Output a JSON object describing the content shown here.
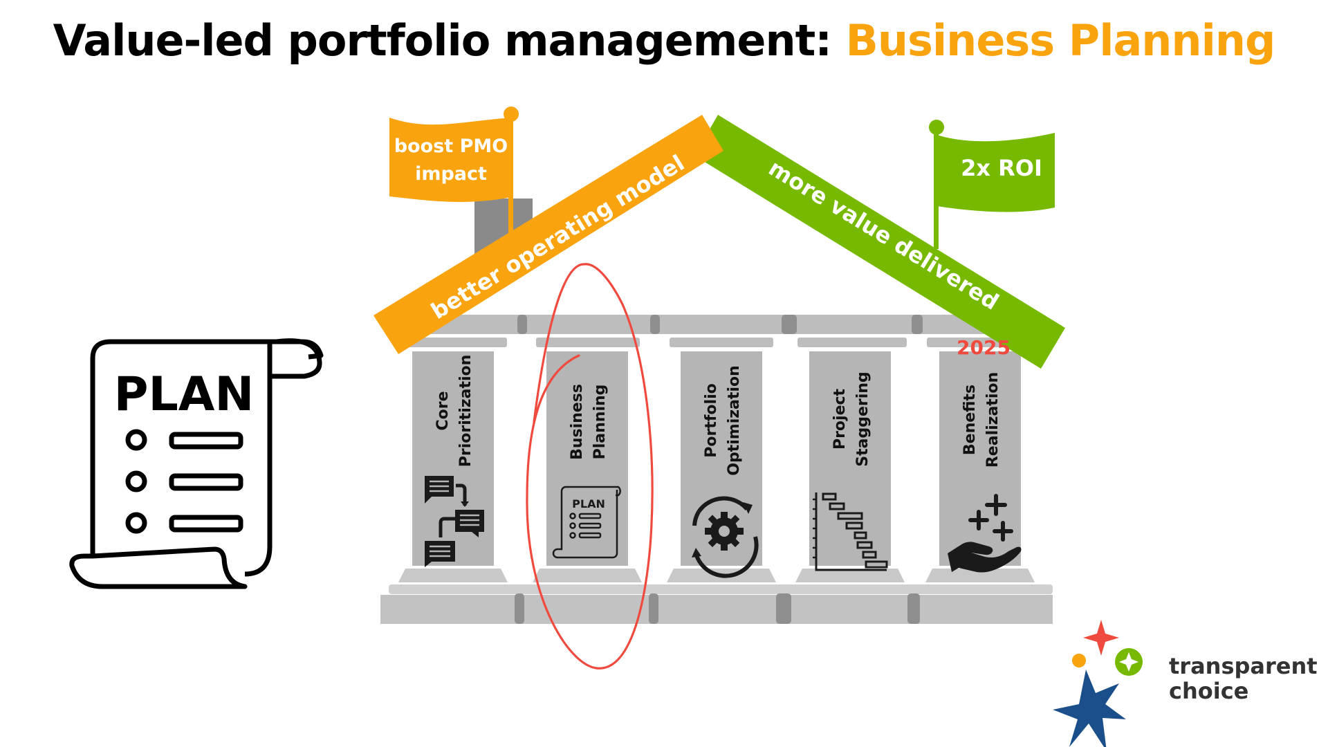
{
  "title": {
    "prefix": "Value-led portfolio management: ",
    "highlight": "Business Planning"
  },
  "colors": {
    "orange": "#F9A30E",
    "green": "#77B900",
    "pillar_gray": "#B5B5B5",
    "base_gray": "#C2C2C2",
    "annotation_red": "#F04A3E",
    "navy": "#1B4F8C"
  },
  "flags": {
    "left": {
      "text_line1": "boost PMO",
      "text_line2": "impact"
    },
    "right": {
      "text": "2x ROI"
    }
  },
  "roof": {
    "left_label": "better operating model",
    "right_label": "more value delivered"
  },
  "year_badge": "2025",
  "pillars": [
    {
      "line1": "Core",
      "line2": "Prioritization",
      "icon": "chat-flow-icon"
    },
    {
      "line1": "Business",
      "line2": "Planning",
      "icon": "plan-scroll-icon",
      "highlighted": true
    },
    {
      "line1": "Portfolio",
      "line2": "Optimization",
      "icon": "gear-cycle-icon"
    },
    {
      "line1": "Project",
      "line2": "Staggering",
      "icon": "gantt-chart-icon"
    },
    {
      "line1": "Benefits",
      "line2": "Realization",
      "icon": "hand-plus-icon"
    }
  ],
  "big_icon": {
    "label": "PLAN",
    "icon": "plan-scroll-icon"
  },
  "small_icon_label": "PLAN",
  "logo": {
    "line1": "transparent",
    "line2": "choice"
  }
}
